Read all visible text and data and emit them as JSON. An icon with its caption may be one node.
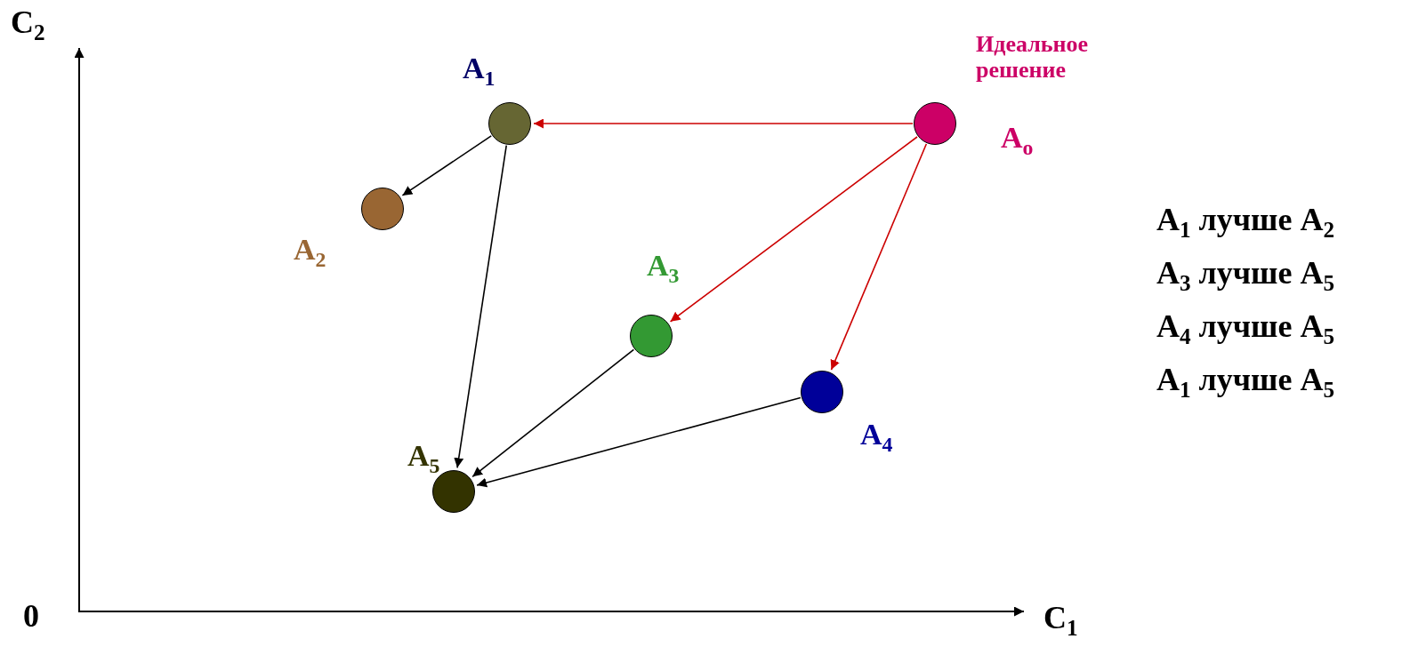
{
  "diagram": {
    "nodes": [
      {
        "text": [],
        "shape": "circle",
        "beside": [
          "A$_{1}$"
        ]
      },
      {
        "text": [],
        "shape": "circle",
        "beside": [
          "A$_{2}$"
        ]
      },
      {
        "text": [],
        "shape": "circle",
        "beside": [
          "A$_{3}$"
        ]
      },
      {
        "text": [],
        "shape": "circle",
        "beside": [
          "A$_{4}$"
        ]
      },
      {
        "text": [],
        "shape": "circle",
        "beside": [
          "A$_{5}$"
        ]
      },
      {
        "text": [],
        "shape": "circle",
        "beside": [
          "Идеальное решение",
          "A$_{o}$"
        ]
      }
    ],
    "edges": [
      {
        "from": 5,
        "to": 0,
        "arrow": "to",
        "color": "#cc0000"
      },
      {
        "from": 5,
        "to": 2,
        "arrow": "to",
        "color": "#cc0000"
      },
      {
        "from": 5,
        "to": 3,
        "arrow": "to",
        "color": "#cc0000"
      },
      {
        "from": 0,
        "to": 1,
        "arrow": "to"
      },
      {
        "from": 0,
        "to": 4,
        "arrow": "to"
      },
      {
        "from": 2,
        "to": 4,
        "arrow": "to"
      },
      {
        "from": 3,
        "to": 4,
        "arrow": "to"
      }
    ],
    "labels": [
      "C$_{2}$",
      "0",
      "C$_{1}$",
      "A$_{1}$ лучше A$_{2}$",
      "A$_{3}$ лучше A$_{5}$",
      "A$_{4}$ лучше A$_{5}$",
      "A$_{1}$ лучше A$_{5}$"
    ]
  }
}
